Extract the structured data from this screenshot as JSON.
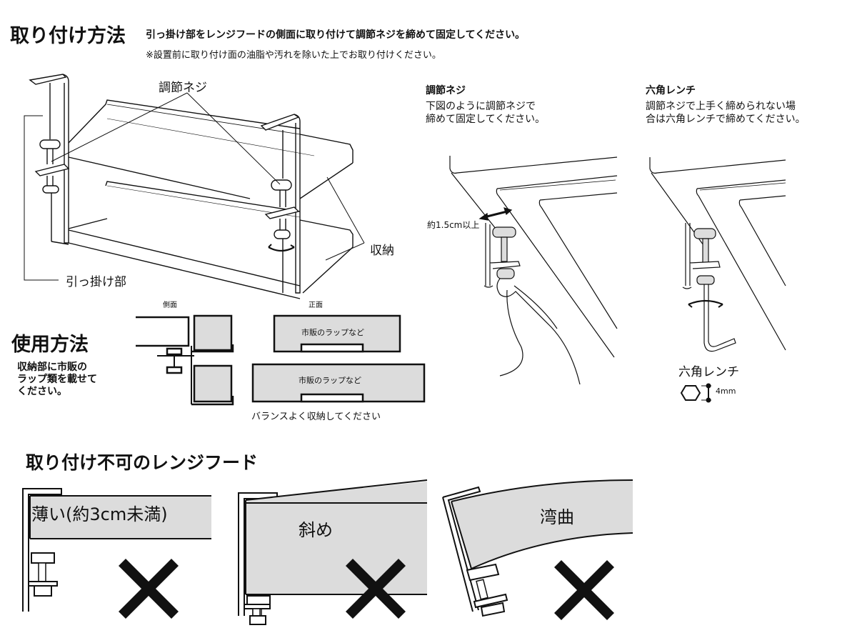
{
  "install": {
    "title": "取り付け方法",
    "instruction": "引っ掛け部をレンジフードの側面に取り付けて調節ネジを締めて固定してください。",
    "note": "※設置前に取り付け面の油脂や汚れを除いた上でお取り付けください。",
    "diagram_labels": {
      "adjust_screw": "調節ネジ",
      "storage": "収納",
      "hook_part": "引っ掛け部"
    }
  },
  "adjust_screw_panel": {
    "heading": "調節ネジ",
    "text_lines": [
      "下図のように調節ネジで",
      "締めて固定してください。"
    ],
    "clearance_label": "約1.5cm以上"
  },
  "hex_wrench_panel": {
    "heading": "六角レンチ",
    "text_lines": [
      "調節ネジで上手く締められない場",
      "合は六角レンチで締めてください。"
    ],
    "tool_label": "六角レンチ",
    "size_label": "4mm"
  },
  "usage": {
    "title": "使用方法",
    "text_lines": [
      "収納部に市販の",
      "ラップ類を載せて",
      "ください。"
    ],
    "side_view_label": "側面",
    "front_view_label": "正面",
    "item_labels": [
      "市販のラップなど",
      "市販のラップなど"
    ],
    "balance_note": "バランスよく収納してください"
  },
  "incompatible": {
    "title": "取り付け不可のレンジフード",
    "cases": [
      {
        "label": "薄い(約3cm未満)",
        "icon": "cross-icon"
      },
      {
        "label": "斜め",
        "icon": "cross-icon"
      },
      {
        "label": "湾曲",
        "icon": "cross-icon"
      }
    ]
  },
  "colors": {
    "fill_gray": "#dcdcdc",
    "line": "#111111"
  }
}
